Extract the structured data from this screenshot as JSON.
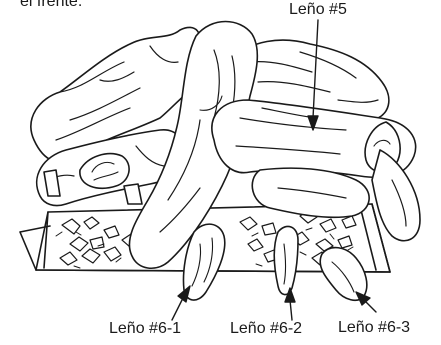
{
  "caption_fragment": "el frente.",
  "callouts": {
    "leno_5": "Leño #5",
    "leno_6_1": "Leño #6-1",
    "leno_6_2": "Leño #6-2",
    "leno_6_3": "Leño #6-3"
  },
  "colors": {
    "line": "#1a1a1a",
    "background": "#ffffff"
  }
}
